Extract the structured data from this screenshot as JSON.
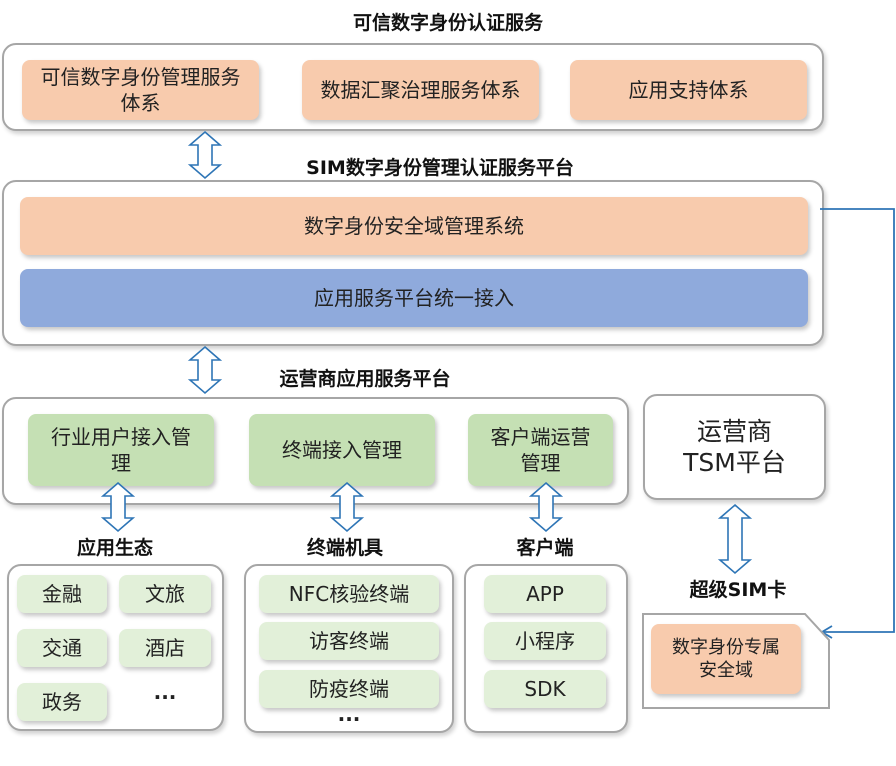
{
  "titles": {
    "top": "可信数字身份认证服务",
    "sim_platform": "SIM数字身份管理认证服务平台",
    "operator_platform": "运营商应用服务平台",
    "app_ecosystem": "应用生态",
    "terminals": "终端机具",
    "client": "客户端",
    "super_sim": "超级SIM卡"
  },
  "top_services": [
    "可信数字身份管理服务体系",
    "数据汇聚治理服务体系",
    "应用支持体系"
  ],
  "sim_platform_rows": [
    "数字身份安全域管理系统",
    "应用服务平台统一接入"
  ],
  "operator_modules": [
    "行业用户接入管理",
    "终端接入管理",
    "客户端运营管理"
  ],
  "tsm": "运营商TSM平台",
  "ecosystem_items": [
    "金融",
    "文旅",
    "交通",
    "酒店",
    "政务",
    "···"
  ],
  "terminal_items": [
    "NFC核验终端",
    "访客终端",
    "防疫终端",
    "···"
  ],
  "client_items": [
    "APP",
    "小程序",
    "SDK"
  ],
  "sim_domain": "数字身份专属安全域",
  "colors": {
    "orange_box": "#f8cbad",
    "blue_box": "#8faadc",
    "green_box": "#c5e0b4",
    "light_green_box": "#e2f0d9",
    "arrow": "#2e75b6",
    "frame_border": "#a6a6a6"
  }
}
